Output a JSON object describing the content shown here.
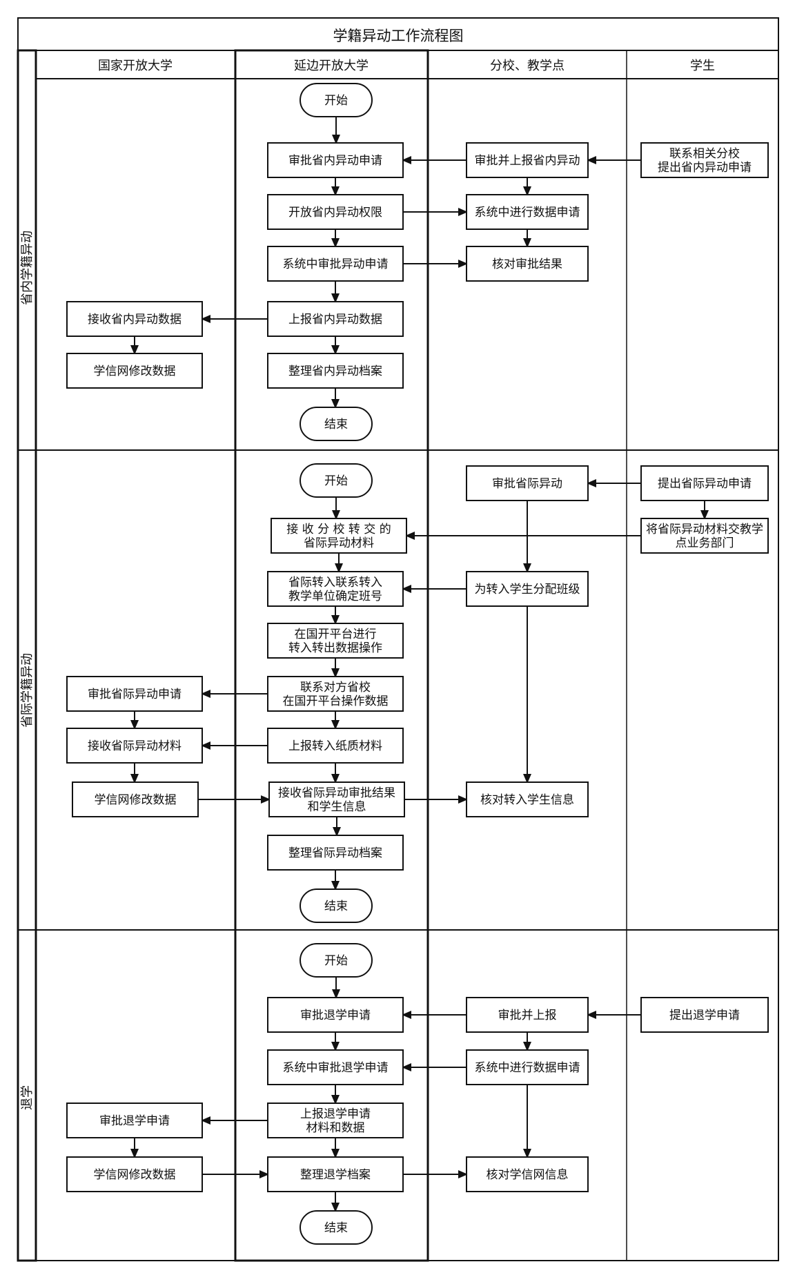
{
  "title": "学籍异动工作流程图",
  "lanes": [
    "国家开放大学",
    "延边开放大学",
    "分校、教学点",
    "学生"
  ],
  "sections": [
    {
      "label": "省内学籍异动",
      "nodes": [
        {
          "id": "s1_start",
          "text": [
            "开始"
          ],
          "shape": "terminal"
        },
        {
          "id": "s1_approve",
          "text": [
            "审批省内异动申请"
          ]
        },
        {
          "id": "s1_open",
          "text": [
            "开放省内异动权限"
          ]
        },
        {
          "id": "s1_sysapprove",
          "text": [
            "系统中审批异动申请"
          ]
        },
        {
          "id": "s1_report",
          "text": [
            "上报省内异动数据"
          ]
        },
        {
          "id": "s1_archive",
          "text": [
            "整理省内异动档案"
          ]
        },
        {
          "id": "s1_end",
          "text": [
            "结束"
          ],
          "shape": "terminal"
        },
        {
          "id": "s1_recv",
          "text": [
            "接收省内异动数据"
          ]
        },
        {
          "id": "s1_xxw",
          "text": [
            "学信网修改数据"
          ]
        },
        {
          "id": "s1_branch_approve",
          "text": [
            "审批并上报省内异动"
          ]
        },
        {
          "id": "s1_branch_apply",
          "text": [
            "系统中进行数据申请"
          ]
        },
        {
          "id": "s1_branch_check",
          "text": [
            "核对审批结果"
          ]
        },
        {
          "id": "s1_student",
          "text": [
            "联系相关分校",
            "提出省内异动申请"
          ]
        }
      ]
    },
    {
      "label": "省际学籍异动",
      "nodes": [
        {
          "id": "s2_start",
          "text": [
            "开始"
          ],
          "shape": "terminal"
        },
        {
          "id": "s2_recvmat",
          "text": [
            "接 收 分 校 转 交 的",
            "省际异动材料"
          ]
        },
        {
          "id": "s2_contact",
          "text": [
            "省际转入联系转入",
            "教学单位确定班号"
          ]
        },
        {
          "id": "s2_platform",
          "text": [
            "在国开平台进行",
            "转入转出数据操作"
          ]
        },
        {
          "id": "s2_other",
          "text": [
            "联系对方省校",
            "在国开平台操作数据"
          ]
        },
        {
          "id": "s2_paper",
          "text": [
            "上报转入纸质材料"
          ]
        },
        {
          "id": "s2_result",
          "text": [
            "接收省际异动审批结果",
            "和学生信息"
          ]
        },
        {
          "id": "s2_archive",
          "text": [
            "整理省际异动档案"
          ]
        },
        {
          "id": "s2_end",
          "text": [
            "结束"
          ],
          "shape": "terminal"
        },
        {
          "id": "s2_ouc_approve",
          "text": [
            "审批省际异动申请"
          ]
        },
        {
          "id": "s2_ouc_recv",
          "text": [
            "接收省际异动材料"
          ]
        },
        {
          "id": "s2_xxw",
          "text": [
            "学信网修改数据"
          ]
        },
        {
          "id": "s2_branch_approve",
          "text": [
            "审批省际异动"
          ]
        },
        {
          "id": "s2_branch_class",
          "text": [
            "为转入学生分配班级"
          ]
        },
        {
          "id": "s2_branch_check",
          "text": [
            "核对转入学生信息"
          ]
        },
        {
          "id": "s2_student_apply",
          "text": [
            "提出省际异动申请"
          ]
        },
        {
          "id": "s2_student_submit",
          "text": [
            "将省际异动材料交教学",
            "点业务部门"
          ]
        }
      ]
    },
    {
      "label": "退学",
      "nodes": [
        {
          "id": "s3_start",
          "text": [
            "开始"
          ],
          "shape": "terminal"
        },
        {
          "id": "s3_approve",
          "text": [
            "审批退学申请"
          ]
        },
        {
          "id": "s3_sysapprove",
          "text": [
            "系统中审批退学申请"
          ]
        },
        {
          "id": "s3_report",
          "text": [
            "上报退学申请",
            "材料和数据"
          ]
        },
        {
          "id": "s3_archive",
          "text": [
            "整理退学档案"
          ]
        },
        {
          "id": "s3_end",
          "text": [
            "结束"
          ],
          "shape": "terminal"
        },
        {
          "id": "s3_ouc_approve",
          "text": [
            "审批退学申请"
          ]
        },
        {
          "id": "s3_xxw",
          "text": [
            "学信网修改数据"
          ]
        },
        {
          "id": "s3_branch_approve",
          "text": [
            "审批并上报"
          ]
        },
        {
          "id": "s3_branch_apply",
          "text": [
            "系统中进行数据申请"
          ]
        },
        {
          "id": "s3_branch_check",
          "text": [
            "核对学信网信息"
          ]
        },
        {
          "id": "s3_student",
          "text": [
            "提出退学申请"
          ]
        }
      ]
    }
  ],
  "edges": [
    [
      "s1_start",
      "s1_approve"
    ],
    [
      "s1_approve",
      "s1_open"
    ],
    [
      "s1_open",
      "s1_sysapprove"
    ],
    [
      "s1_sysapprove",
      "s1_report"
    ],
    [
      "s1_report",
      "s1_archive"
    ],
    [
      "s1_archive",
      "s1_end"
    ],
    [
      "s1_student",
      "s1_branch_approve"
    ],
    [
      "s1_branch_approve",
      "s1_approve"
    ],
    [
      "s1_branch_approve",
      "s1_branch_apply"
    ],
    [
      "s1_open",
      "s1_branch_apply"
    ],
    [
      "s1_branch_apply",
      "s1_branch_check"
    ],
    [
      "s1_sysapprove",
      "s1_branch_check"
    ],
    [
      "s1_report",
      "s1_recv"
    ],
    [
      "s1_recv",
      "s1_xxw"
    ],
    [
      "s2_start",
      "s2_recvmat"
    ],
    [
      "s2_recvmat",
      "s2_contact"
    ],
    [
      "s2_contact",
      "s2_platform"
    ],
    [
      "s2_platform",
      "s2_other"
    ],
    [
      "s2_other",
      "s2_paper"
    ],
    [
      "s2_paper",
      "s2_result"
    ],
    [
      "s2_result",
      "s2_archive"
    ],
    [
      "s2_archive",
      "s2_end"
    ],
    [
      "s2_student_apply",
      "s2_branch_approve"
    ],
    [
      "s2_student_apply",
      "s2_student_submit"
    ],
    [
      "s2_student_submit",
      "s2_recvmat"
    ],
    [
      "s2_branch_approve",
      "s2_branch_class"
    ],
    [
      "s2_branch_class",
      "s2_branch_check"
    ],
    [
      "s2_branch_class",
      "s2_contact"
    ],
    [
      "s2_other",
      "s2_ouc_approve"
    ],
    [
      "s2_ouc_approve",
      "s2_ouc_recv"
    ],
    [
      "s2_paper",
      "s2_ouc_recv"
    ],
    [
      "s2_ouc_recv",
      "s2_xxw"
    ],
    [
      "s2_xxw",
      "s2_result"
    ],
    [
      "s2_result",
      "s2_branch_check"
    ],
    [
      "s3_start",
      "s3_approve"
    ],
    [
      "s3_approve",
      "s3_sysapprove"
    ],
    [
      "s3_sysapprove",
      "s3_report"
    ],
    [
      "s3_report",
      "s3_archive"
    ],
    [
      "s3_archive",
      "s3_end"
    ],
    [
      "s3_student",
      "s3_branch_approve"
    ],
    [
      "s3_branch_approve",
      "s3_approve"
    ],
    [
      "s3_branch_approve",
      "s3_branch_apply"
    ],
    [
      "s3_branch_apply",
      "s3_sysapprove"
    ],
    [
      "s3_branch_apply",
      "s3_branch_check"
    ],
    [
      "s3_report",
      "s3_ouc_approve"
    ],
    [
      "s3_ouc_approve",
      "s3_xxw"
    ],
    [
      "s3_xxw",
      "s3_archive"
    ],
    [
      "s3_archive",
      "s3_branch_check"
    ]
  ]
}
